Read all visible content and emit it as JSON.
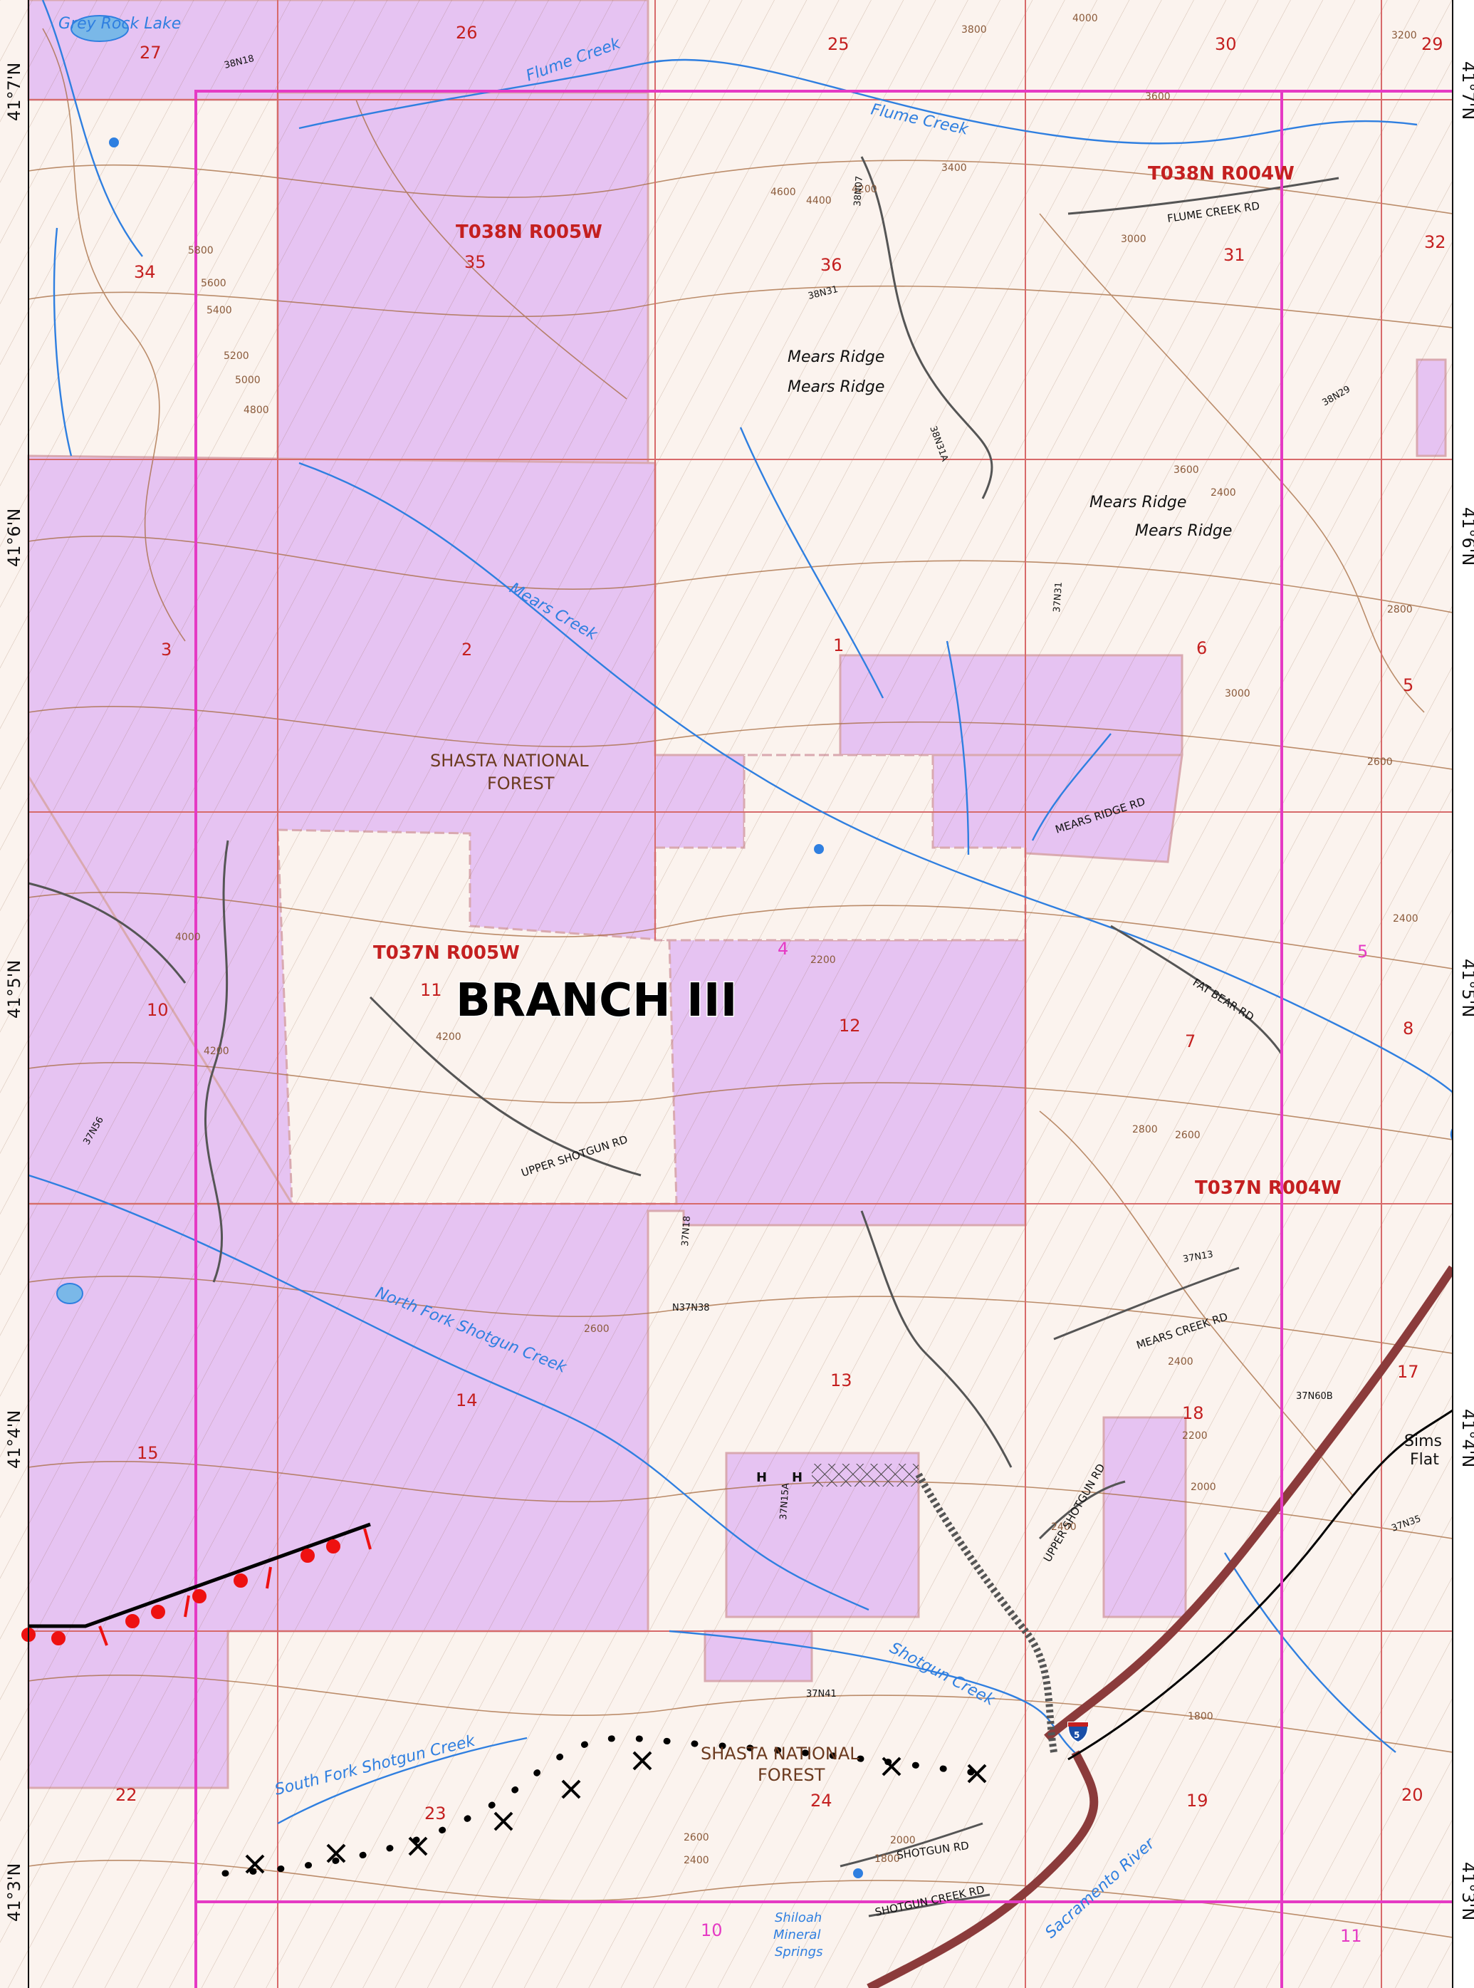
{
  "colors": {
    "background": "#fbf3ee",
    "nationalForest": "#e6c3f2",
    "contour": "#a56a3e",
    "water": "#2f7fe0",
    "road": "#555555",
    "quadBoundary": "#e53ac4",
    "sectionLine": "#d76a6a",
    "fault": "#000000",
    "faultMarker": "#ee1111",
    "township": "#c42020"
  },
  "map": {
    "title": "BRANCH III",
    "forest_name_1": "SHASTA NATIONAL",
    "forest_name_2": "FOREST",
    "forest2_name_1": "SHASTA NATIONAL",
    "forest2_name_2": "FOREST"
  },
  "latitude_labels": {
    "lat_417": "41°7'N",
    "lat_416": "41°6'N",
    "lat_415": "41°5'N",
    "lat_414": "41°4'N",
    "lat_413": "41°3'N"
  },
  "townships": {
    "t38_r5": "T038N R005W",
    "t38_r4": "T038N R004W",
    "t37_r5": "T037N R005W",
    "t37_r4": "T037N R004W"
  },
  "sections": [
    {
      "id": "s27",
      "label": "27"
    },
    {
      "id": "s26",
      "label": "26"
    },
    {
      "id": "s25",
      "label": "25"
    },
    {
      "id": "s30",
      "label": "30"
    },
    {
      "id": "s29",
      "label": "29"
    },
    {
      "id": "s34",
      "label": "34"
    },
    {
      "id": "s35",
      "label": "35"
    },
    {
      "id": "s36",
      "label": "36"
    },
    {
      "id": "s31",
      "label": "31"
    },
    {
      "id": "s32",
      "label": "32"
    },
    {
      "id": "s3",
      "label": "3"
    },
    {
      "id": "s2",
      "label": "2"
    },
    {
      "id": "s1",
      "label": "1"
    },
    {
      "id": "s6",
      "label": "6"
    },
    {
      "id": "s5a",
      "label": "5"
    },
    {
      "id": "s10a",
      "label": "10"
    },
    {
      "id": "s11a",
      "label": "11"
    },
    {
      "id": "s4",
      "label": "4"
    },
    {
      "id": "s12",
      "label": "12"
    },
    {
      "id": "s5b",
      "label": "5"
    },
    {
      "id": "s7",
      "label": "7"
    },
    {
      "id": "s8",
      "label": "8"
    },
    {
      "id": "s13",
      "label": "13"
    },
    {
      "id": "s14",
      "label": "14"
    },
    {
      "id": "s15",
      "label": "15"
    },
    {
      "id": "s17",
      "label": "17"
    },
    {
      "id": "s18",
      "label": "18"
    },
    {
      "id": "s22",
      "label": "22"
    },
    {
      "id": "s23",
      "label": "23"
    },
    {
      "id": "s24",
      "label": "24"
    },
    {
      "id": "s19",
      "label": "19"
    },
    {
      "id": "s20",
      "label": "20"
    },
    {
      "id": "s10b",
      "label": "10"
    },
    {
      "id": "s11b",
      "label": "11"
    }
  ],
  "water_names": {
    "grey_rock_lake": "Grey Rock Lake",
    "flume_creek_1": "Flume Creek",
    "flume_creek_2": "Flume Creek",
    "mears_creek": "Mears Creek",
    "north_fork_shotgun": "North Fork Shotgun Creek",
    "shotgun_creek": "Shotgun Creek",
    "south_fork_shotgun": "South Fork Shotgun Creek",
    "sacramento_river": "Sacramento River",
    "shiloah_1": "Shiloah",
    "shiloah_2": "Mineral",
    "shiloah_3": "Springs"
  },
  "places": {
    "mears_ridge_1": "Mears Ridge",
    "mears_ridge_2": "Mears Ridge",
    "mears_ridge_3": "Mears Ridge",
    "mears_ridge_4": "Mears Ridge",
    "sims_1": "Sims",
    "sims_2": "Flat",
    "helipad_1": "H",
    "helipad_2": "H"
  },
  "roads": {
    "flume_creek_rd": "FLUME CREEK RD",
    "mears_ridge_rd": "MEARS RIDGE RD",
    "fat_bear_rd": "FAT BEAR RD",
    "upper_shotgun_rd": "UPPER SHOTGUN RD",
    "upper_shotgun_rd_2": "UPPER SHOTGUN RD",
    "mears_creek_rd": "MEARS CREEK RD",
    "shotgun_rd": "SHOTGUN RD",
    "shotgun_creek_rd": "SHOTGUN CREEK RD",
    "interstate": "5",
    "r38n18": "38N18",
    "r38n07": "38N07",
    "r38n31": "38N31",
    "r38n31a": "38N31A",
    "r38n29": "38N29",
    "r37n31": "37N31",
    "r37n56": "37N56",
    "r37n18": "37N18",
    "r37n38": "N37N38",
    "r37n41": "37N41",
    "r37n60b": "37N60B",
    "r37n35": "37N35",
    "r37n13": "37N13",
    "r37n15a": "37N15A"
  },
  "contours": {
    "c3800": "3800",
    "c4000": "4000",
    "c3600a": "3600",
    "c3200": "3200",
    "c5600": "5600",
    "c5400": "5400",
    "c5200": "5200",
    "c5000": "5000",
    "c4800": "4800",
    "c5800": "5800",
    "c4600": "4600",
    "c4400": "4400",
    "c4200": "4200",
    "c3000a": "3000",
    "c2400a": "2400",
    "c2800": "2800",
    "c2600": "2600",
    "c2200": "2200",
    "c2000": "2000",
    "c1800": "1800",
    "c3400": "3400",
    "c3600b": "3600",
    "c2600b": "2600",
    "c2400b": "2400",
    "c2000b": "2000",
    "c2600c": "2600",
    "c2400c": "2400",
    "c1800b": "1800",
    "c2800b": "2800",
    "c4200b": "4200",
    "c4000b": "4000",
    "c2200b": "2200"
  }
}
